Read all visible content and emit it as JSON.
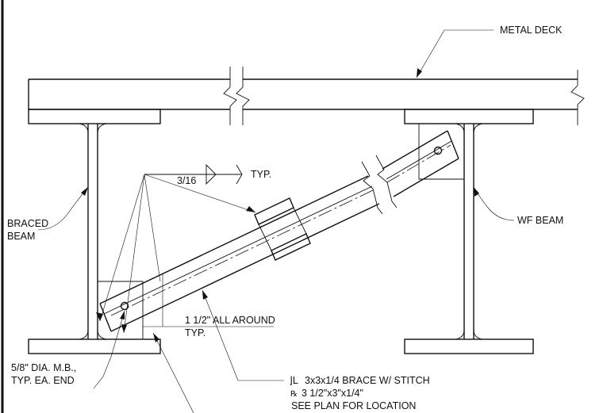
{
  "labels": {
    "metal_deck": "METAL DECK",
    "braced_beam_1": "BRACED",
    "braced_beam_2": "BEAM",
    "wf_beam": "WF BEAM",
    "weld_size": "3/16",
    "weld_typ": "TYP.",
    "all_around_1": "1 1/2\" ALL AROUND",
    "all_around_2": "TYP.",
    "bolt_1": "5/8\" DIA. M.B.,",
    "bolt_2": "TYP. EA. END",
    "brace_1": "3x3x1/4 BRACE W/ STITCH",
    "brace_2": "3 1/2\"x3\"x1/4\"",
    "brace_3": "SEE PLAN FOR LOCATION"
  },
  "symbols": {
    "double_angle": "⌋L",
    "plate": "℞"
  }
}
